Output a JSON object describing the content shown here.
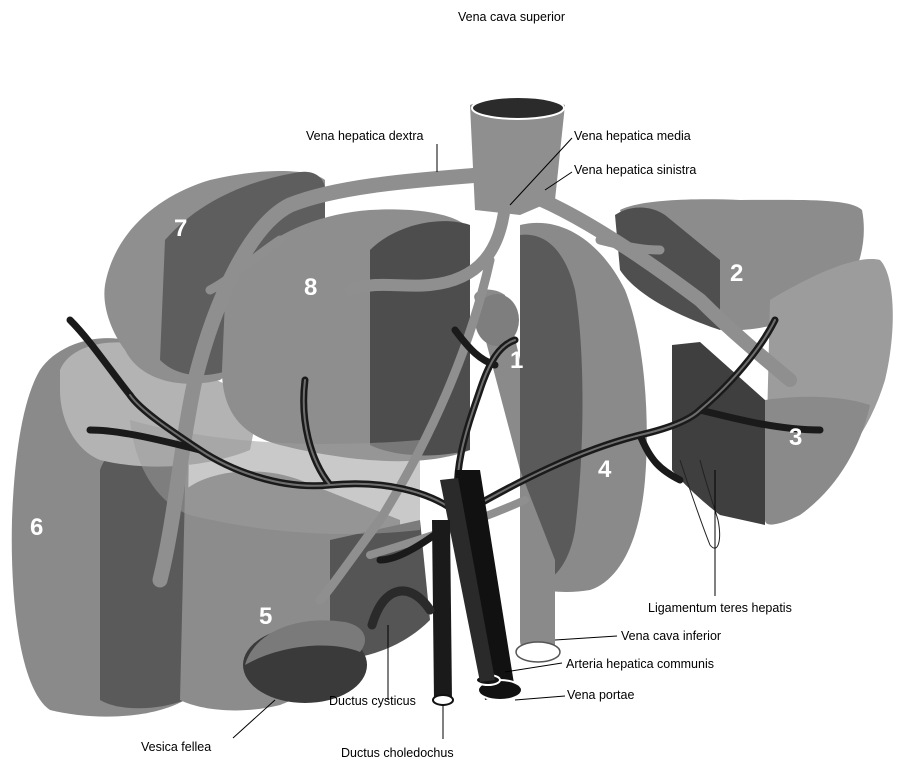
{
  "labels": {
    "vena_cava_superior": "Vena cava superior",
    "vena_hepatica_dextra": "Vena hepatica dextra",
    "vena_hepatica_media": "Vena hepatica media",
    "vena_hepatica_sinistra": "Vena hepatica sinistra",
    "ligamentum_teres_hepatis": "Ligamentum teres hepatis",
    "vena_cava_inferior": "Vena cava inferior",
    "arteria_hepatica_communis": "Arteria hepatica communis",
    "vena_portae": "Vena portae",
    "ductus_cysticus": "Ductus cysticus",
    "ductus_choledochus": "Ductus choledochus",
    "vesica_fellea": "Vesica fellea"
  },
  "segments": [
    "1",
    "2",
    "3",
    "4",
    "5",
    "6",
    "7",
    "8"
  ],
  "colors": {
    "lobe_light": "#a3a3a3",
    "lobe_mid": "#8a8a8a",
    "lobe_dark": "#5c5c5c",
    "cut_face": "#3f3f3f",
    "vein": "#8f8f8f",
    "portal_dark": "#1a1a1a",
    "label_text": "#000000",
    "segment_number": "#ffffff"
  }
}
